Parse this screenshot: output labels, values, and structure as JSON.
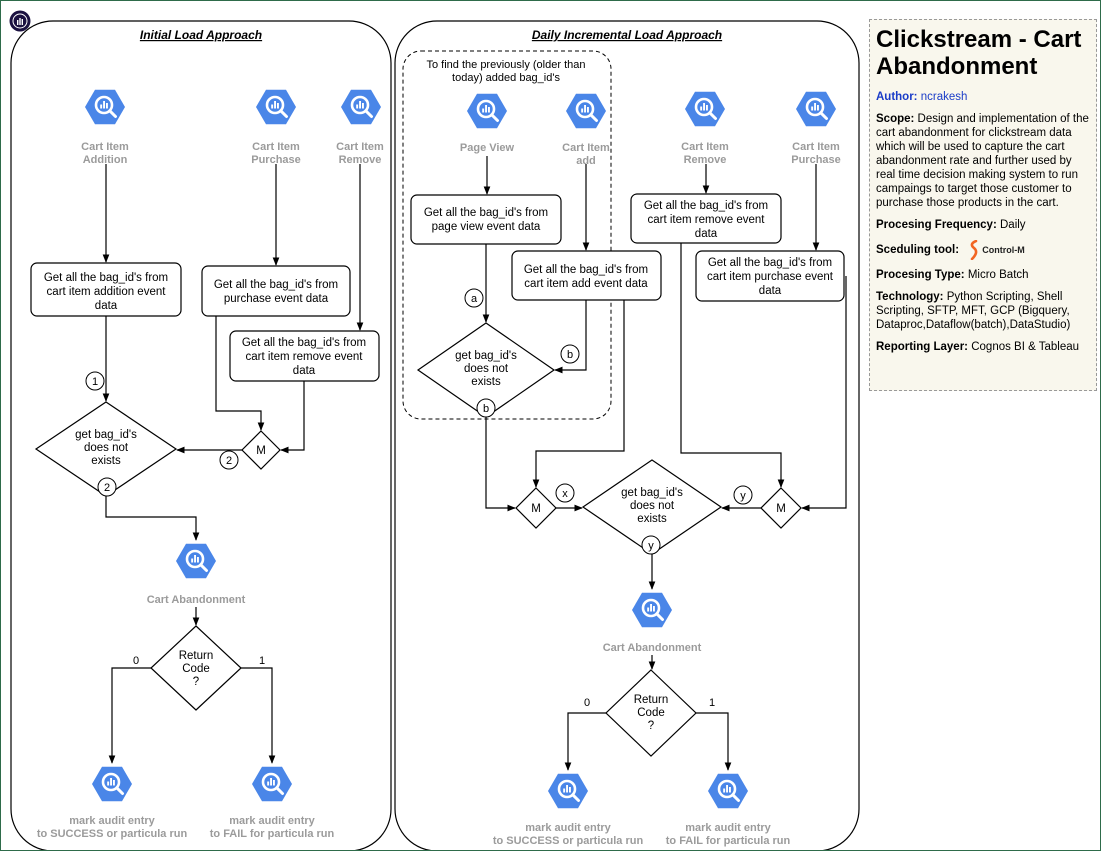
{
  "info": {
    "title": "Clickstream - Cart Abandonment",
    "author_label": "Author:",
    "author": "ncrakesh",
    "scope_label": "Scope:",
    "scope": "Design and implementation of the cart abandonment for clickstream data which will be used to capture the cart abandonment rate and further used by real time decision making system to run campaings to target those customer to purchase those products in the cart.",
    "frequency_label": "Procesing Frequency:",
    "frequency": "Daily",
    "tool_label": "Sceduling tool:",
    "tool_logo_text": "Control-M",
    "type_label": "Procesing Type:",
    "type": "Micro Batch",
    "tech_label": "Technology:",
    "tech": "Python Scripting, Shell Scripting, SFTP, MFT, GCP (Bigquery, Dataproc,Dataflow(batch),DataStudio)",
    "reporting_label": "Reporting Layer:",
    "reporting": "Cognos BI & Tableau"
  },
  "colors": {
    "bigquery_hex": "#4a86e8",
    "panel_bg": "#f9f7ed",
    "author": "#1a3cc8",
    "frame": "#2e6b4a",
    "controlm": "#f26522"
  },
  "initial": {
    "title": "Initial Load Approach",
    "icon_addition": [
      "Cart Item",
      "Addition"
    ],
    "icon_purchase": [
      "Cart Item",
      "Purchase"
    ],
    "icon_remove": [
      "Cart Item",
      "Remove"
    ],
    "box_addition": [
      "Get all the bag_id's from",
      "cart item addition event",
      "data"
    ],
    "box_purchase": [
      "Get all the bag_id's from",
      "purchase event data"
    ],
    "box_remove": [
      "Get all the bag_id's from",
      "cart item remove event",
      "data"
    ],
    "merge": "M",
    "decision": [
      "get bag_id's",
      "does not",
      "exists"
    ],
    "conn_1": "1",
    "conn_2a": "2",
    "conn_2b": "2",
    "icon_cart": "Cart Abandonment",
    "return_code": [
      "Return",
      "Code",
      "?"
    ],
    "branch_0": "0",
    "branch_1": "1",
    "icon_success": [
      "mark audit entry",
      "to SUCCESS or particula run"
    ],
    "icon_fail": [
      "mark audit entry",
      "to FAIL for particula run"
    ]
  },
  "daily": {
    "title": "Daily Incremental Load Approach",
    "group_note": [
      "To find the previously (older than",
      "today) added bag_id's"
    ],
    "icon_pageview": [
      "Page View"
    ],
    "icon_add": [
      "Cart Item",
      "add"
    ],
    "icon_remove": [
      "Cart Item",
      "Remove"
    ],
    "icon_purchase": [
      "Cart Item",
      "Purchase"
    ],
    "box_pageview": [
      "Get all the bag_id's from",
      "page view event data"
    ],
    "box_add": [
      "Get all the bag_id's from",
      "cart item add event data"
    ],
    "box_remove": [
      "Get all the bag_id's from",
      "cart item remove event",
      "data"
    ],
    "box_purchase": [
      "Get all the bag_id's from",
      "cart item purchase event",
      "data"
    ],
    "conn_a": "a",
    "conn_b1": "b",
    "conn_b2": "b",
    "decision_small": [
      "get bag_id's",
      "does not",
      "exists"
    ],
    "merge_left": "M",
    "merge_right": "M",
    "conn_x": "x",
    "conn_y1": "y",
    "conn_y2": "y",
    "decision_main": [
      "get bag_id's",
      "does not",
      "exists"
    ],
    "icon_cart": "Cart Abandonment",
    "return_code": [
      "Return",
      "Code",
      "?"
    ],
    "branch_0": "0",
    "branch_1": "1",
    "icon_success": [
      "mark audit entry",
      "to SUCCESS or particula run"
    ],
    "icon_fail": [
      "mark audit entry",
      "to FAIL for particula run"
    ]
  }
}
